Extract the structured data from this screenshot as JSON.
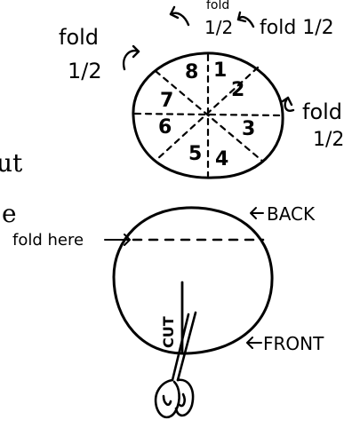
{
  "top_circle": {
    "segment_numbers": [
      "8",
      "1",
      "2",
      "3",
      "4",
      "5",
      "6",
      "7"
    ],
    "labels": {
      "top_fold_word": "fold",
      "top_fold_half": "1/2",
      "top_right_fold": "fold 1/2",
      "left_fold_word": "fold",
      "left_fold_half": "1/2",
      "right_fold_word": "fold",
      "right_fold_half": "1/2"
    }
  },
  "bottom_circle": {
    "back_label": "BACK",
    "front_label": "FRONT",
    "fold_here_label": "fold here",
    "cut_label": "CUT"
  },
  "edge_text": {
    "line1": "ut",
    "line2": "e"
  },
  "colors": {
    "ink": "#000000",
    "background": "#ffffff"
  }
}
